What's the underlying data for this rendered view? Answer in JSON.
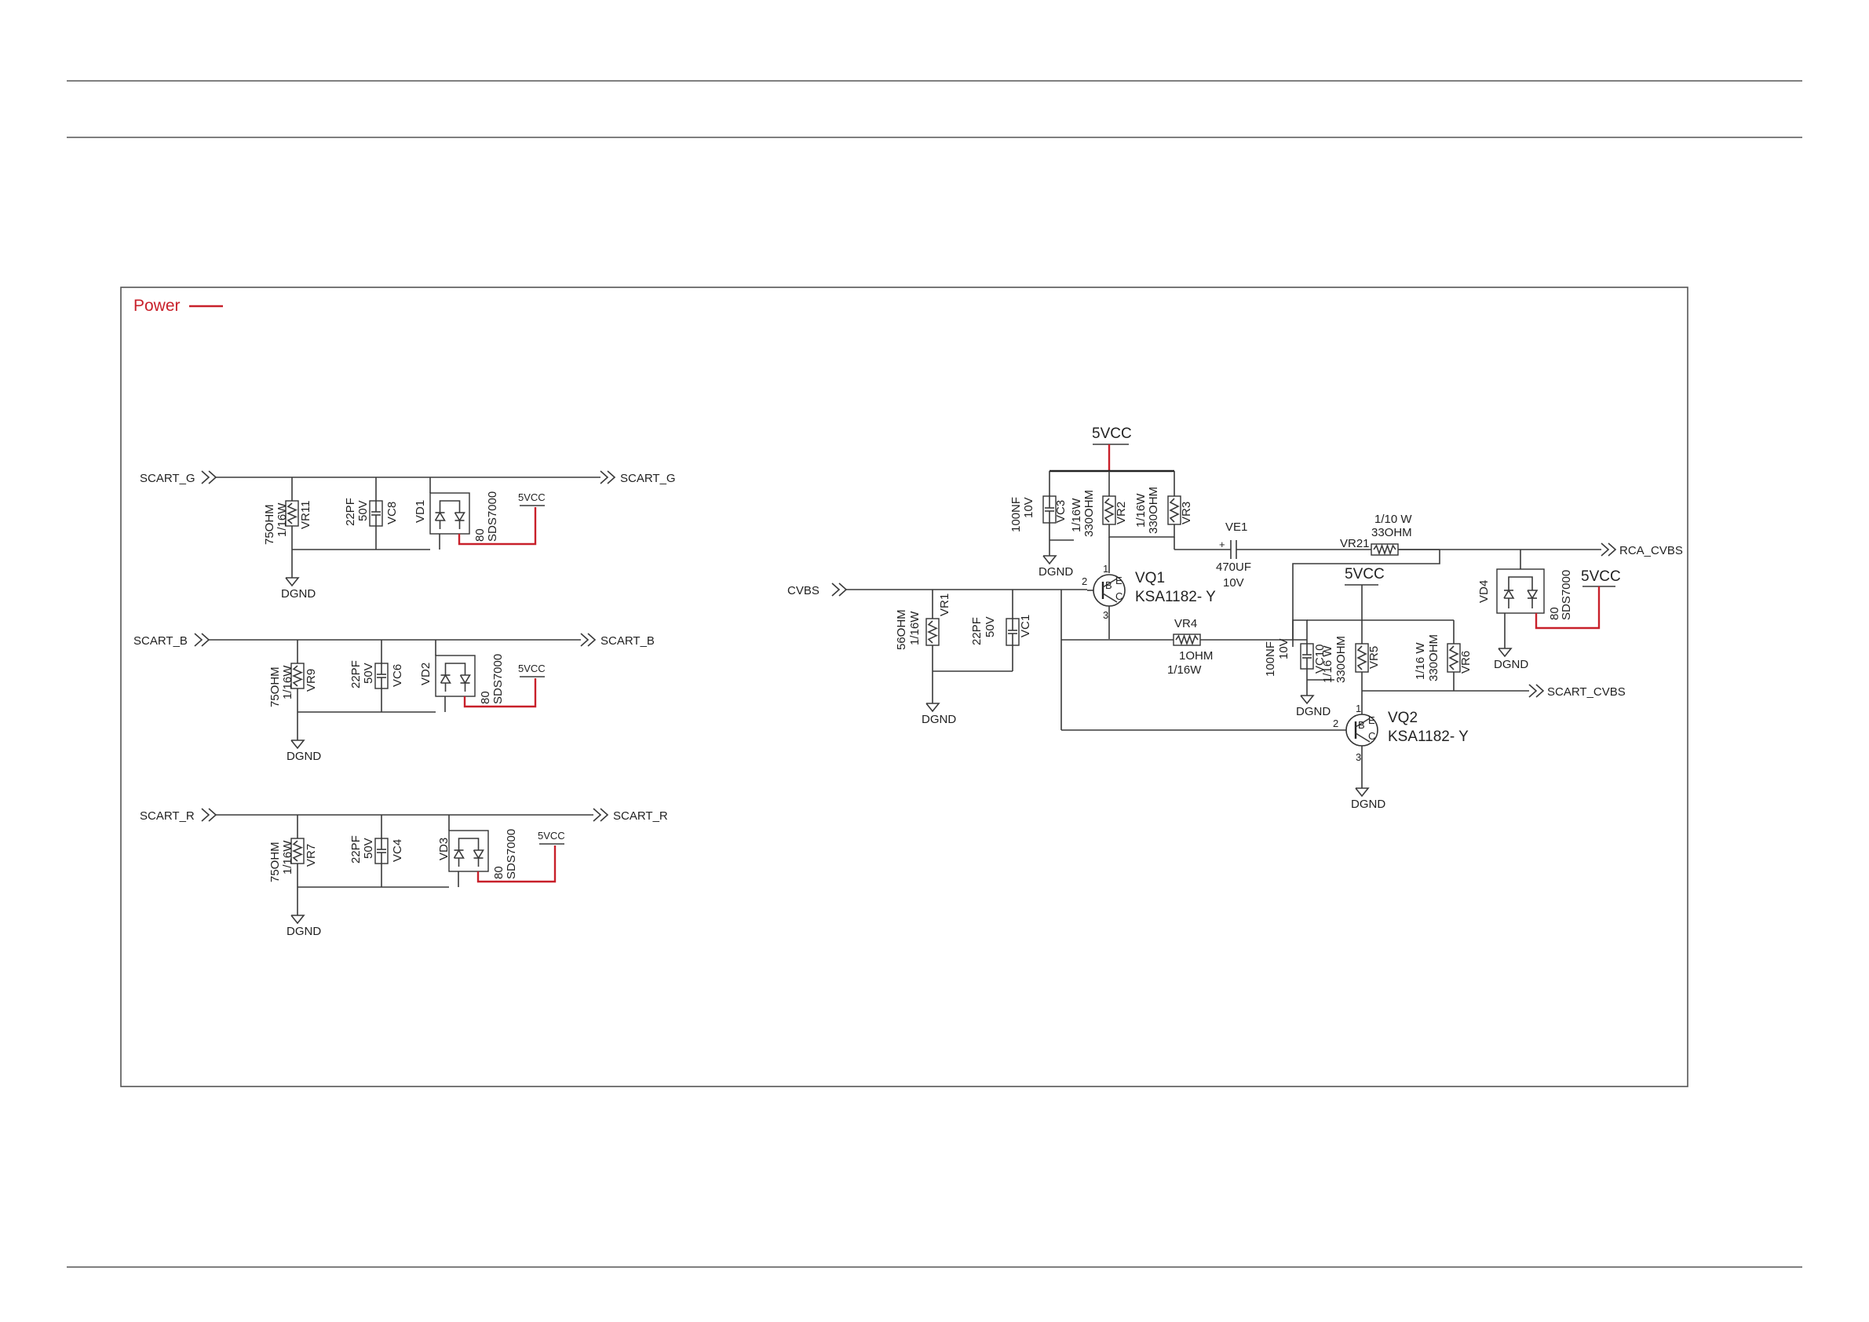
{
  "legend": {
    "label": "Power",
    "color": "#c8202a"
  },
  "nets": {
    "scart_g": "SCART_G",
    "scart_b": "SCART_B",
    "scart_r": "SCART_R",
    "cvbs": "CVBS",
    "rca_cvbs": "RCA_CVBS",
    "scart_cvbs": "SCART_CVBS",
    "vcc": "5VCC",
    "gnd": "DGND"
  },
  "channels": [
    {
      "res_val": "75OHM",
      "res_pwr": "1/16W",
      "res_ref": "VR11",
      "cap_val": "22PF",
      "cap_v": "50V",
      "cap_ref": "VC8",
      "diode_ref": "VD1",
      "diode_num": "80",
      "diode_part": "SDS7000"
    },
    {
      "res_val": "75OHM",
      "res_pwr": "1/16W",
      "res_ref": "VR9",
      "cap_val": "22PF",
      "cap_v": "50V",
      "cap_ref": "VC6",
      "diode_ref": "VD2",
      "diode_num": "80",
      "diode_part": "SDS7000"
    },
    {
      "res_val": "75OHM",
      "res_pwr": "1/16W",
      "res_ref": "VR7",
      "cap_val": "22PF",
      "cap_v": "50V",
      "cap_ref": "VC4",
      "diode_ref": "VD3",
      "diode_num": "80",
      "diode_part": "SDS7000"
    }
  ],
  "cvbs": {
    "vr1": {
      "ref": "VR1",
      "val": "56OHM",
      "pwr": "1/16W"
    },
    "vc1": {
      "ref": "VC1",
      "val": "22PF",
      "v": "50V"
    },
    "vc3": {
      "ref": "VC3",
      "val": "100NF",
      "v": "10V"
    },
    "vr2": {
      "ref": "VR2",
      "val": "330OHM",
      "pwr": "1/16W"
    },
    "vr3": {
      "ref": "VR3",
      "val": "330OHM",
      "pwr": "1/16W"
    },
    "ve1": {
      "ref": "VE1",
      "val": "470UF",
      "v": "10V"
    },
    "vr21": {
      "ref": "VR21",
      "pwr": "1/10 W",
      "val": "33OHM"
    },
    "vq1": {
      "ref": "VQ1",
      "part": "KSA1182- Y"
    },
    "vr4": {
      "ref": "VR4",
      "val": "1OHM",
      "pwr": "1/16W"
    },
    "vc10": {
      "ref": "VC10",
      "val": "100NF",
      "v": "10V"
    },
    "vr5": {
      "ref": "VR5",
      "pwr": "1/16 W",
      "val": "330OHM"
    },
    "vr6": {
      "ref": "VR6",
      "pwr": "1/16 W",
      "val": "330OHM"
    },
    "vq2": {
      "ref": "VQ2",
      "part": "KSA1182- Y"
    },
    "vd4": {
      "ref": "VD4",
      "num": "80",
      "part": "SDS7000"
    }
  }
}
